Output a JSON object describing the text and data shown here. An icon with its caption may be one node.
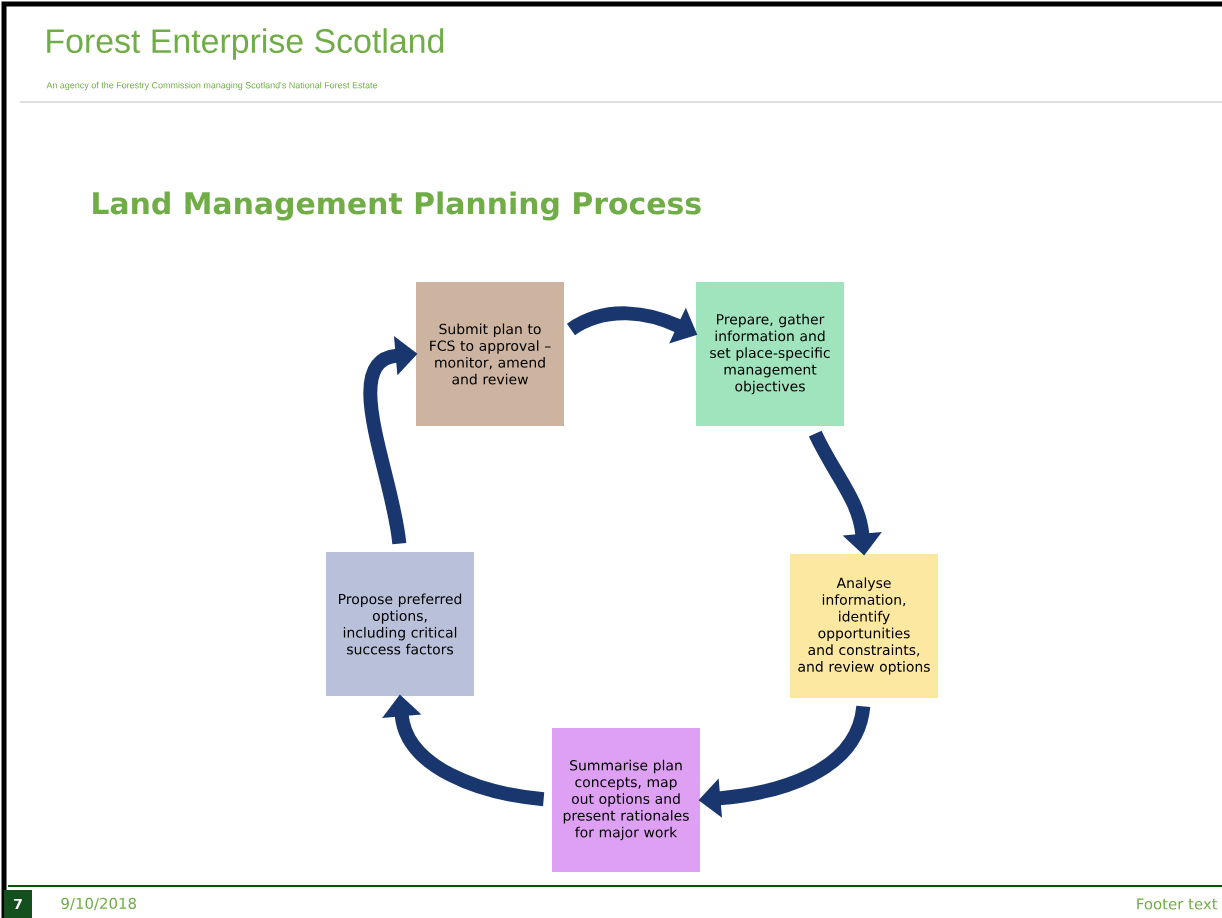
{
  "diagram": {
    "title": "Land Management Planning Process",
    "nodes": [
      {
        "text": [
          "Submit plan to FCS to approval – monitor, amend and review"
        ]
      },
      {
        "text": [
          "Prepare, gather information and set place-specific management objectives"
        ]
      },
      {
        "text": [
          "Analyse information, identify opportunities and constraints, and review options"
        ]
      },
      {
        "text": [
          "Summarise plan concepts, map out options and present rationales for major work"
        ]
      },
      {
        "text": [
          "Propose preferred options, including critical success factors"
        ]
      }
    ],
    "edges": [
      {
        "from": 0,
        "to": 1,
        "arrow": "to"
      },
      {
        "from": 1,
        "to": 2,
        "arrow": "to"
      },
      {
        "from": 2,
        "to": 3,
        "arrow": "to"
      },
      {
        "from": 3,
        "to": 4,
        "arrow": "to"
      },
      {
        "from": 4,
        "to": 0,
        "arrow": "to"
      }
    ],
    "labels": [
      "Forest Enterprise Scotland",
      "An agency of the Forestry Commission managing Scotland's National Forest Estate",
      "7",
      "9/10/2018",
      "Footer text"
    ]
  }
}
